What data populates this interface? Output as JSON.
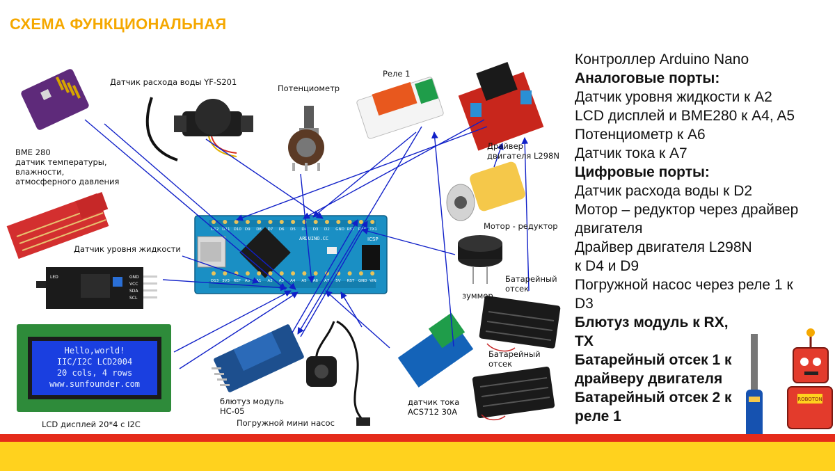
{
  "title": "СХЕМА ФУНКЦИОНАЛЬНАЯ",
  "components": {
    "bme280": [
      "BME 280",
      "датчик температуры,",
      "влажности,",
      "атмосферного давления"
    ],
    "water_flow": "Датчик расхода воды YF-S201",
    "potentiometer": "Потенциометр",
    "relay": "Реле 1",
    "driver": [
      "Драйвер",
      "двигателя L298N"
    ],
    "motor": "Мотор - редуктор",
    "level_sensor": "Датчик уровня жидкости",
    "buzzer": "зуммер",
    "battery1": [
      "Батарейный",
      "отсек"
    ],
    "battery2": [
      "Батарейный",
      "отсек"
    ],
    "lcd": "LCD дисплей 20*4 с I2C",
    "bluetooth": [
      "блютуз модуль",
      "HC-05"
    ],
    "pump": "Погружной мини насос",
    "current_sensor": [
      "датчик тока",
      "ACS712 30A"
    ]
  },
  "lcd_screen": [
    "Hello,world!",
    "IIC/I2C LCD2004",
    "20 cols, 4 rows",
    "www.sunfounder.com"
  ],
  "i2c_board_text": [
    "LED",
    "GND",
    "VCC",
    "SDA",
    "SCL"
  ],
  "board": {
    "top_pins": [
      "D12",
      "D11",
      "D10",
      "D9",
      "D8",
      "D7",
      "D6",
      "D5",
      "D4",
      "D3",
      "D2",
      "GND",
      "RST",
      "RX0",
      "TX1"
    ],
    "bottom_pins": [
      "D13",
      "3V3",
      "REF",
      "A0",
      "A1",
      "A2",
      "A3",
      "A4",
      "A5",
      "A6",
      "A7",
      "5V",
      "RST",
      "GND",
      "VIN"
    ],
    "label": "ARDUINO.CC",
    "icsp": "ICSP"
  },
  "right_panel": [
    {
      "text": "Контроллер Arduino Nano",
      "bold": false
    },
    {
      "text": "Аналоговые порты:",
      "bold": true
    },
    {
      "text": "Датчик уровня жидкости к A2",
      "bold": false
    },
    {
      "text": "LCD дисплей и BME280 к A4, A5",
      "bold": false
    },
    {
      "text": "Потенциометр к A6",
      "bold": false
    },
    {
      "text": "Датчик тока к A7",
      "bold": false
    },
    {
      "text": "Цифровые порты:",
      "bold": true
    },
    {
      "text": "Датчик расхода воды к D2",
      "bold": false
    },
    {
      "text": "Мотор – редуктор через драйвер",
      "bold": false
    },
    {
      "text": "двигателя",
      "bold": false
    },
    {
      "text": "Драйвер двигателя L298N",
      "bold": false
    },
    {
      "text": "к D4 и D9",
      "bold": false
    },
    {
      "text": "Погружной насос через реле 1 к",
      "bold": false
    },
    {
      "text": "D3",
      "bold": false
    },
    {
      "text": "Блютуз модуль к RX,",
      "bold": true
    },
    {
      "text": "TX",
      "bold": true
    },
    {
      "text": "Батарейный отсек 1 к",
      "bold": true
    },
    {
      "text": "драйверу двигателя",
      "bold": true
    },
    {
      "text": "Батарейный отсек 2 к",
      "bold": true
    },
    {
      "text": "реле 1",
      "bold": true
    }
  ],
  "robot_badge": "ROBOTON",
  "colors": {
    "title": "#f5a800",
    "arrow": "#1020c8",
    "board": "#1a8fc4",
    "band_red": "#e52b1a",
    "band_yellow": "#ffd21e"
  }
}
